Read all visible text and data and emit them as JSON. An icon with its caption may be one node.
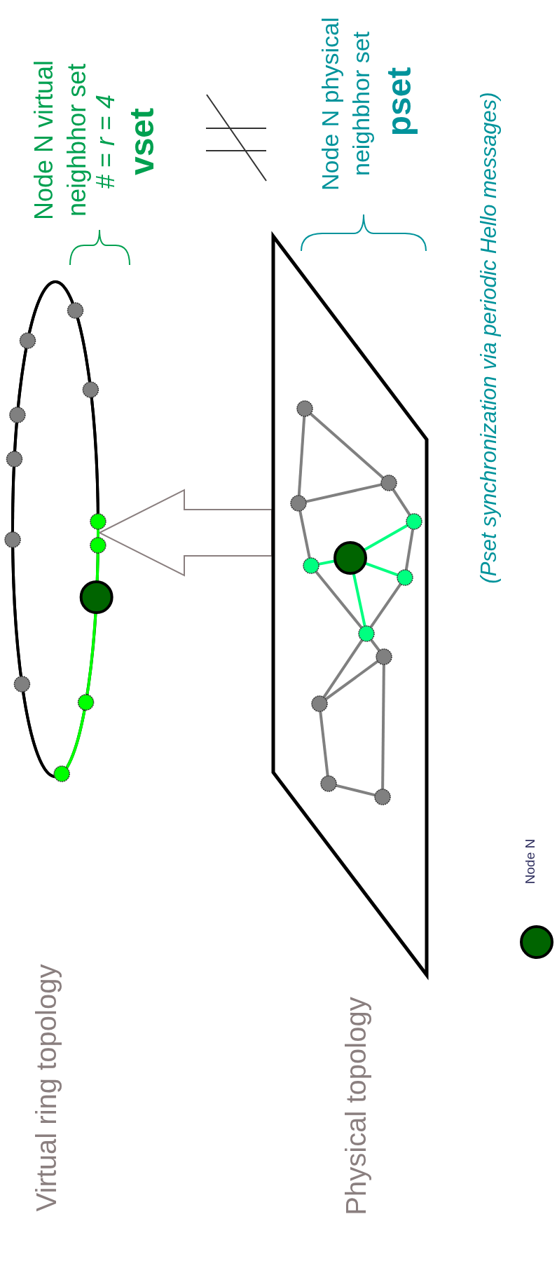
{
  "diagram": {
    "nodes": [
      {
        "text": [],
        "shape": "ellipse"
      },
      {
        "text": [],
        "shape": "circle",
        "in": 0
      },
      {
        "text": [],
        "shape": "circle",
        "in": 0
      },
      {
        "text": [],
        "shape": "circle",
        "in": 0
      },
      {
        "text": [],
        "shape": "circle",
        "in": 0
      },
      {
        "text": [],
        "shape": "circle",
        "in": 0
      },
      {
        "text": [],
        "shape": "circle",
        "in": 0
      },
      {
        "text": [],
        "shape": "circle",
        "in": 0
      },
      {
        "text": [],
        "shape": "circle",
        "in": 0
      },
      {
        "text": [],
        "shape": "circle",
        "in": 0
      },
      {
        "text": [],
        "shape": "circle",
        "in": 0
      },
      {
        "text": [],
        "shape": "circle",
        "in": 0
      },
      {
        "text": [],
        "shape": "circle",
        "in": 0
      },
      {
        "text": [],
        "shape": "parallelogram",
        "beside": [
          "Physical topology"
        ]
      },
      {
        "text": [],
        "shape": "circle",
        "in": 13
      },
      {
        "text": [],
        "shape": "circle",
        "in": 13
      },
      {
        "text": [],
        "shape": "circle",
        "in": 13
      },
      {
        "text": [],
        "shape": "circle",
        "in": 13
      },
      {
        "text": [],
        "shape": "circle",
        "in": 13
      },
      {
        "text": [],
        "shape": "circle",
        "in": 13
      },
      {
        "text": [],
        "shape": "circle",
        "in": 13
      },
      {
        "text": [],
        "shape": "circle",
        "in": 13
      },
      {
        "text": [],
        "shape": "circle",
        "in": 13
      },
      {
        "text": [],
        "shape": "circle",
        "in": 13
      },
      {
        "text": [],
        "shape": "circle",
        "in": 13
      },
      {
        "text": [],
        "shape": "circle",
        "in": 13
      }
    ],
    "edges": [
      {
        "from": 1,
        "to": 2,
        "arrow": "none",
        "color": "#000000"
      },
      {
        "from": 2,
        "to": 3,
        "arrow": "none",
        "color": "#000000"
      },
      {
        "from": 3,
        "to": 4,
        "arrow": "none",
        "color": "#00ff00"
      },
      {
        "from": 4,
        "to": 5,
        "arrow": "none",
        "color": "#00ff00"
      },
      {
        "from": 5,
        "to": 6,
        "arrow": "none",
        "color": "#00ff00"
      },
      {
        "from": 6,
        "to": 7,
        "arrow": "none",
        "color": "#00ff00"
      },
      {
        "from": 7,
        "to": 8,
        "arrow": "none",
        "color": "#000000"
      },
      {
        "from": 8,
        "to": 9,
        "arrow": "none",
        "color": "#000000"
      },
      {
        "from": 9,
        "to": 10,
        "arrow": "none",
        "color": "#000000"
      },
      {
        "from": 10,
        "to": 11,
        "arrow": "none",
        "color": "#000000"
      },
      {
        "from": 11,
        "to": 12,
        "arrow": "none",
        "color": "#000000"
      },
      {
        "from": 12,
        "to": 1,
        "arrow": "none",
        "color": "#000000"
      },
      {
        "from": 14,
        "to": 15,
        "arrow": "none"
      },
      {
        "from": 14,
        "to": 16,
        "arrow": "none"
      },
      {
        "from": 16,
        "to": 15,
        "arrow": "none"
      },
      {
        "from": 15,
        "to": 17,
        "arrow": "none"
      },
      {
        "from": 16,
        "to": 18,
        "arrow": "none"
      },
      {
        "from": 17,
        "to": 20,
        "arrow": "none"
      },
      {
        "from": 19,
        "to": 18,
        "arrow": "none",
        "color": "#00ff80"
      },
      {
        "from": 19,
        "to": 17,
        "arrow": "none",
        "color": "#00ff80"
      },
      {
        "from": 19,
        "to": 20,
        "arrow": "none",
        "color": "#00ff80"
      },
      {
        "from": 19,
        "to": 21,
        "arrow": "none",
        "color": "#00ff80"
      },
      {
        "from": 18,
        "to": 21,
        "arrow": "none"
      },
      {
        "from": 20,
        "to": 21,
        "arrow": "none"
      },
      {
        "from": 21,
        "to": 23,
        "arrow": "none"
      },
      {
        "from": 21,
        "to": 22,
        "arrow": "none"
      },
      {
        "from": 23,
        "to": 22,
        "arrow": "none"
      },
      {
        "from": 22,
        "to": 25,
        "arrow": "none"
      },
      {
        "from": 23,
        "to": 24,
        "arrow": "none"
      },
      {
        "from": 24,
        "to": 25,
        "arrow": "none"
      },
      {
        "from": 13,
        "to": 0,
        "arrow": "to",
        "style": "thick",
        "color": "#8a7f7f"
      }
    ],
    "labels": [
      "Node N virtual neighbhor set",
      "# = *r* = *4*",
      "vset",
      "Node N physical neighbhor set",
      "pset",
      "(Pset synchronization via periodic Hello messages)",
      "Virtual ring topology"
    ],
    "legend": [
      {
        "text": "Node N",
        "color": "#006400"
      }
    ]
  }
}
